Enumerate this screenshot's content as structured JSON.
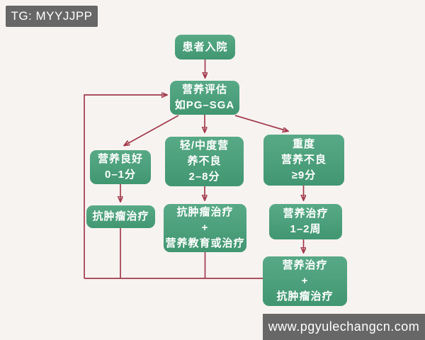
{
  "colors": {
    "page_bg": "#f7f3f1",
    "node_green": "#45a078",
    "arrow_red": "#a23a4c",
    "label_gray": "#676767"
  },
  "labels": {
    "top_left": "TG: MYYJJPP",
    "watermark": "www.pgyulechangcn.com"
  },
  "flowchart": {
    "nodes": [
      {
        "id": "patient-admission",
        "lines": [
          "患者入院"
        ]
      },
      {
        "id": "nutrition-assessment",
        "lines": [
          "营养评估",
          "如PG–SGA"
        ]
      },
      {
        "id": "well-nourished",
        "lines": [
          "营养良好",
          "0–1分"
        ]
      },
      {
        "id": "mild-moderate-malnutrition",
        "lines": [
          "轻/中度营",
          "养不良",
          "2–8分"
        ]
      },
      {
        "id": "severe-malnutrition",
        "lines": [
          "重度",
          "营养不良",
          "≥9分"
        ]
      },
      {
        "id": "antitumor-therapy",
        "lines": [
          "抗肿瘤治疗"
        ]
      },
      {
        "id": "antitumor-plus-nutrition-education",
        "lines": [
          "抗肿瘤治疗",
          "+",
          "营养教育或治疗"
        ]
      },
      {
        "id": "nutrition-therapy-1-2-weeks",
        "lines": [
          "营养治疗",
          "1–2周"
        ]
      },
      {
        "id": "nutrition-plus-antitumor-therapy",
        "lines": [
          "营养治疗",
          "+",
          "抗肿瘤治疗"
        ]
      }
    ]
  }
}
